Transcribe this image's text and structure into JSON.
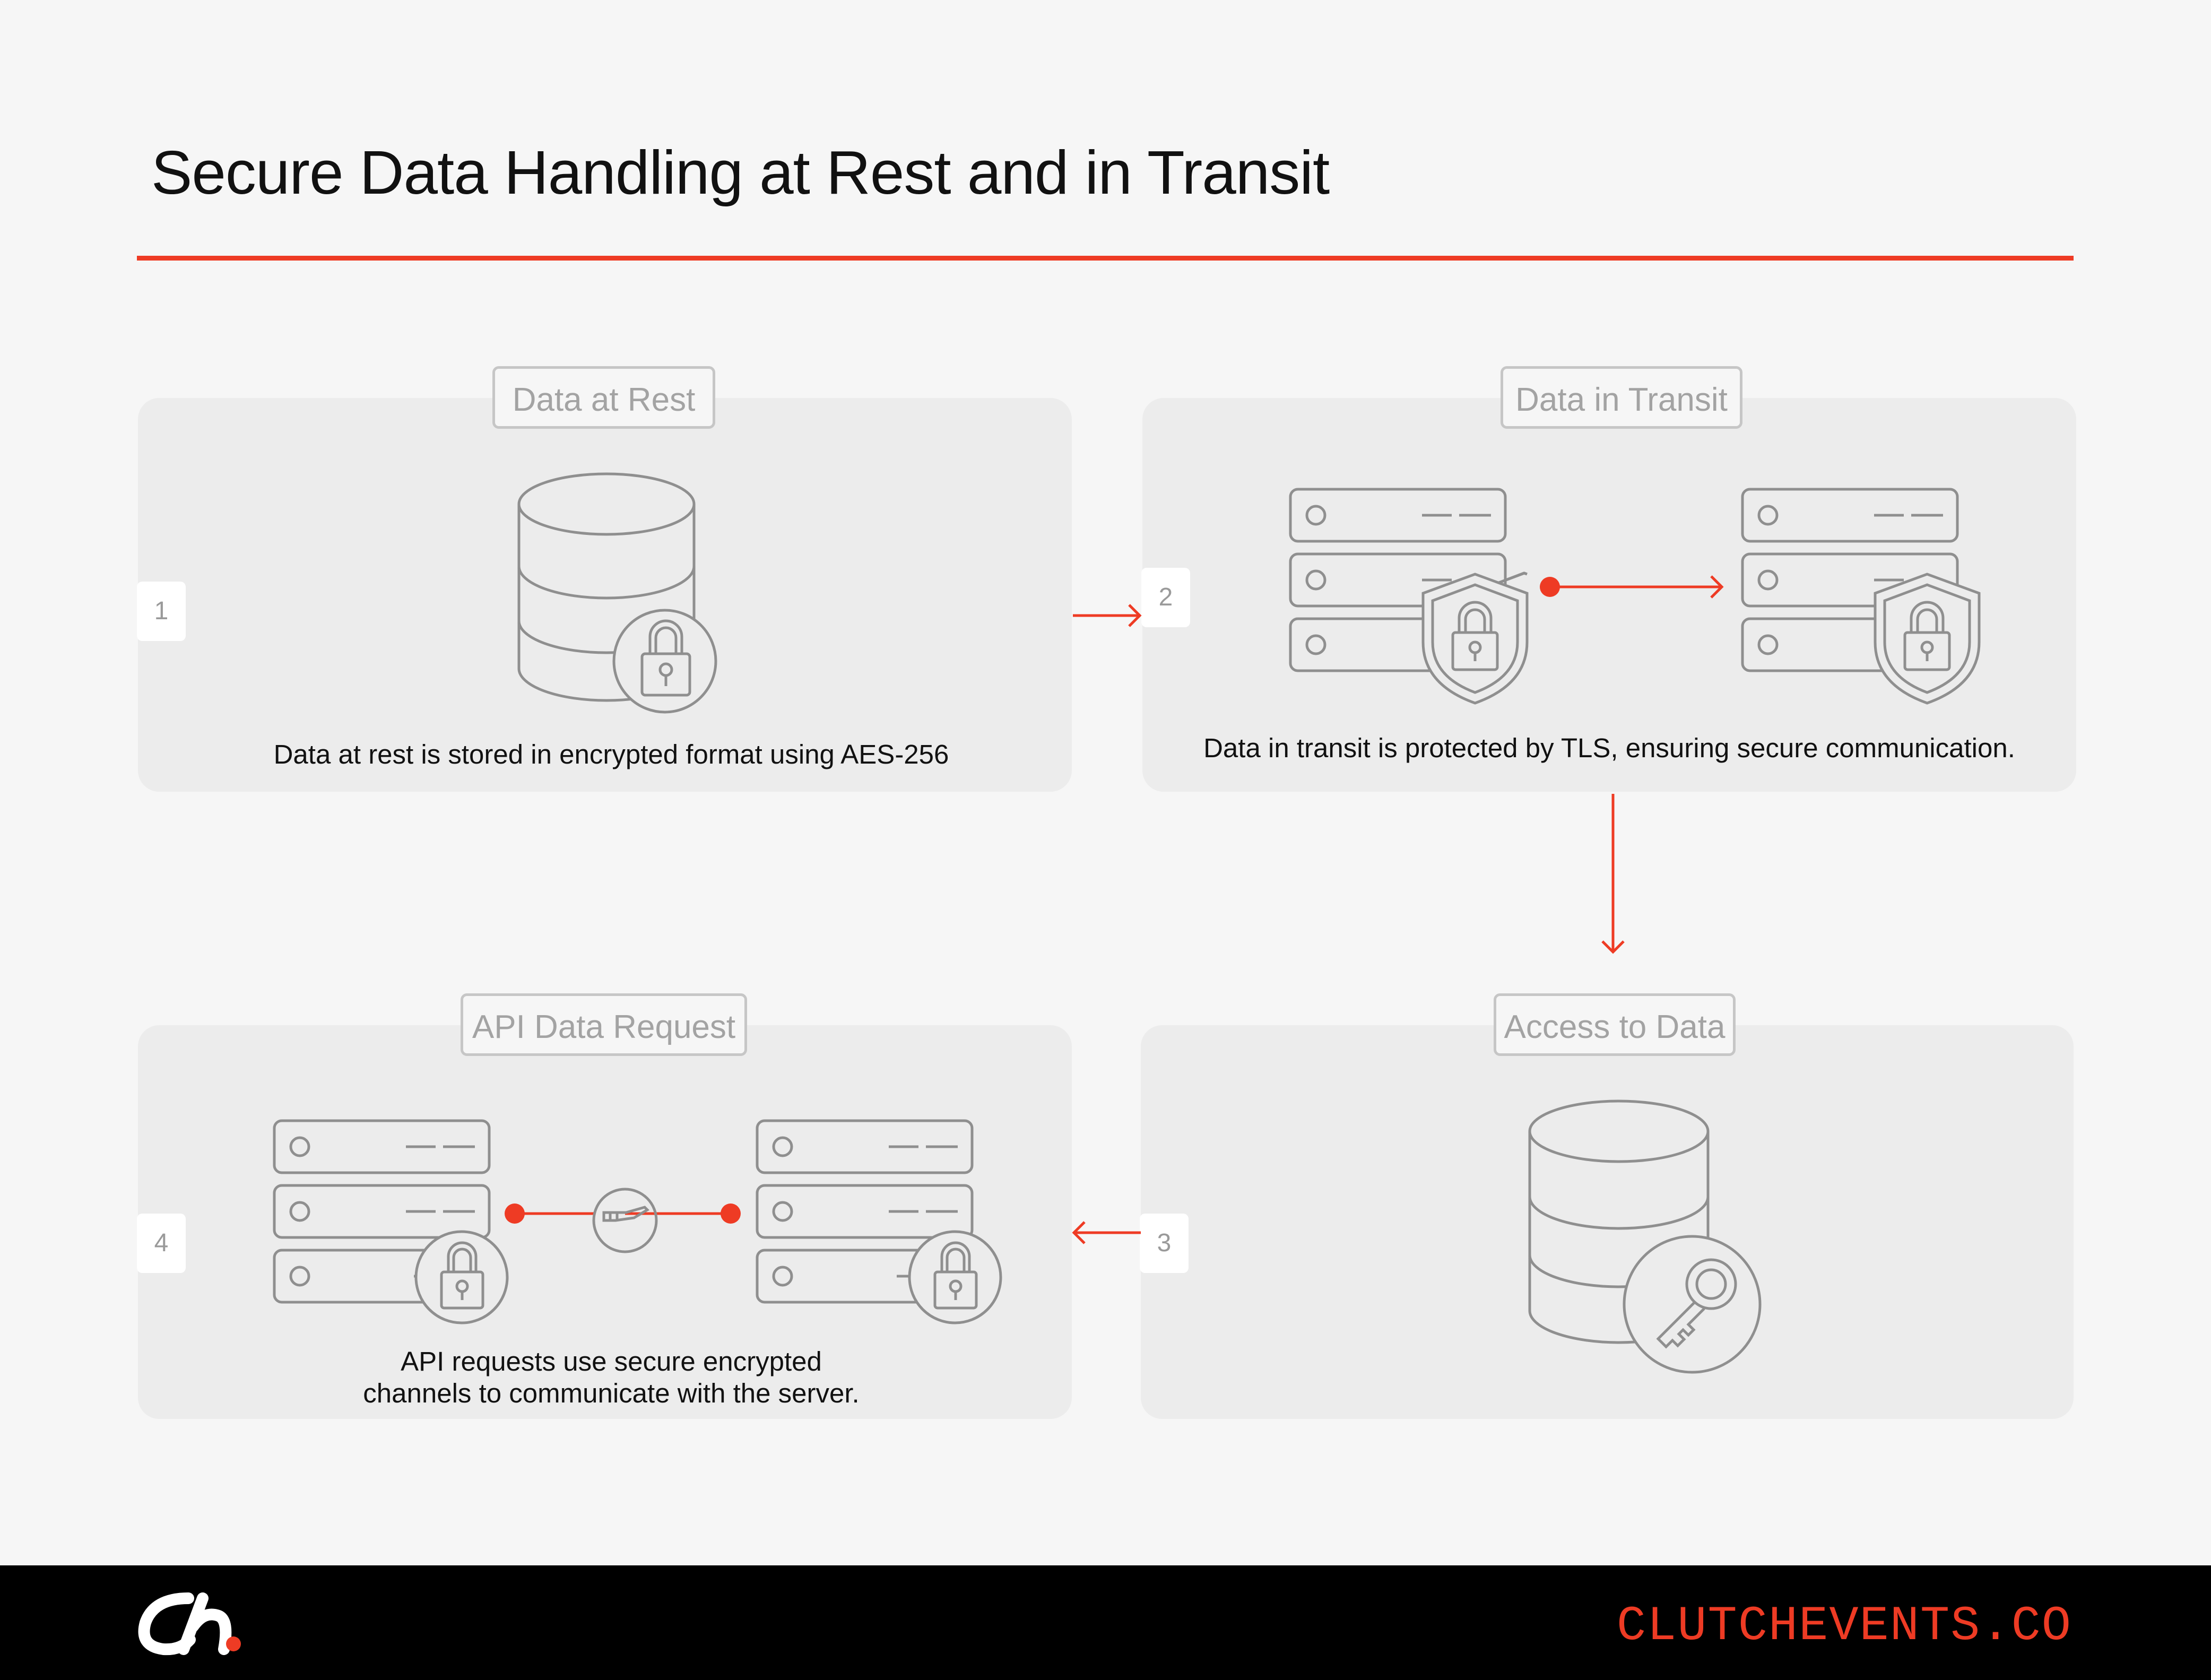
{
  "title": "Secure Data Handling at Rest and in Transit",
  "colors": {
    "accent": "#ee3b24",
    "background": "#f6f6f6",
    "panel": "#ececec",
    "icon_stroke": "#8f8f8f",
    "footer": "#000000"
  },
  "steps": [
    {
      "number": "1",
      "label": "Data at Rest",
      "caption": "Data at rest is stored in encrypted format using AES-256",
      "icons": [
        "database-icon",
        "lock-icon"
      ]
    },
    {
      "number": "2",
      "label": "Data in Transit",
      "caption": "Data in transit is protected by TLS, ensuring secure communication.",
      "icons": [
        "server-icon",
        "shield-lock-icon",
        "server-icon",
        "shield-lock-icon"
      ]
    },
    {
      "number": "3",
      "label": "Access to Data",
      "caption": "",
      "icons": [
        "database-icon",
        "key-icon"
      ]
    },
    {
      "number": "4",
      "label": "API Data Request",
      "caption_lines": [
        "API requests use secure encrypted",
        "channels to communicate with the server."
      ],
      "icons": [
        "server-icon",
        "lock-icon",
        "handshake-icon",
        "server-icon",
        "lock-icon"
      ]
    }
  ],
  "flow": [
    "1",
    "2",
    "3",
    "4"
  ],
  "footer": {
    "logo": "ch.",
    "url": "CLUTCHEVENTS.CO"
  }
}
